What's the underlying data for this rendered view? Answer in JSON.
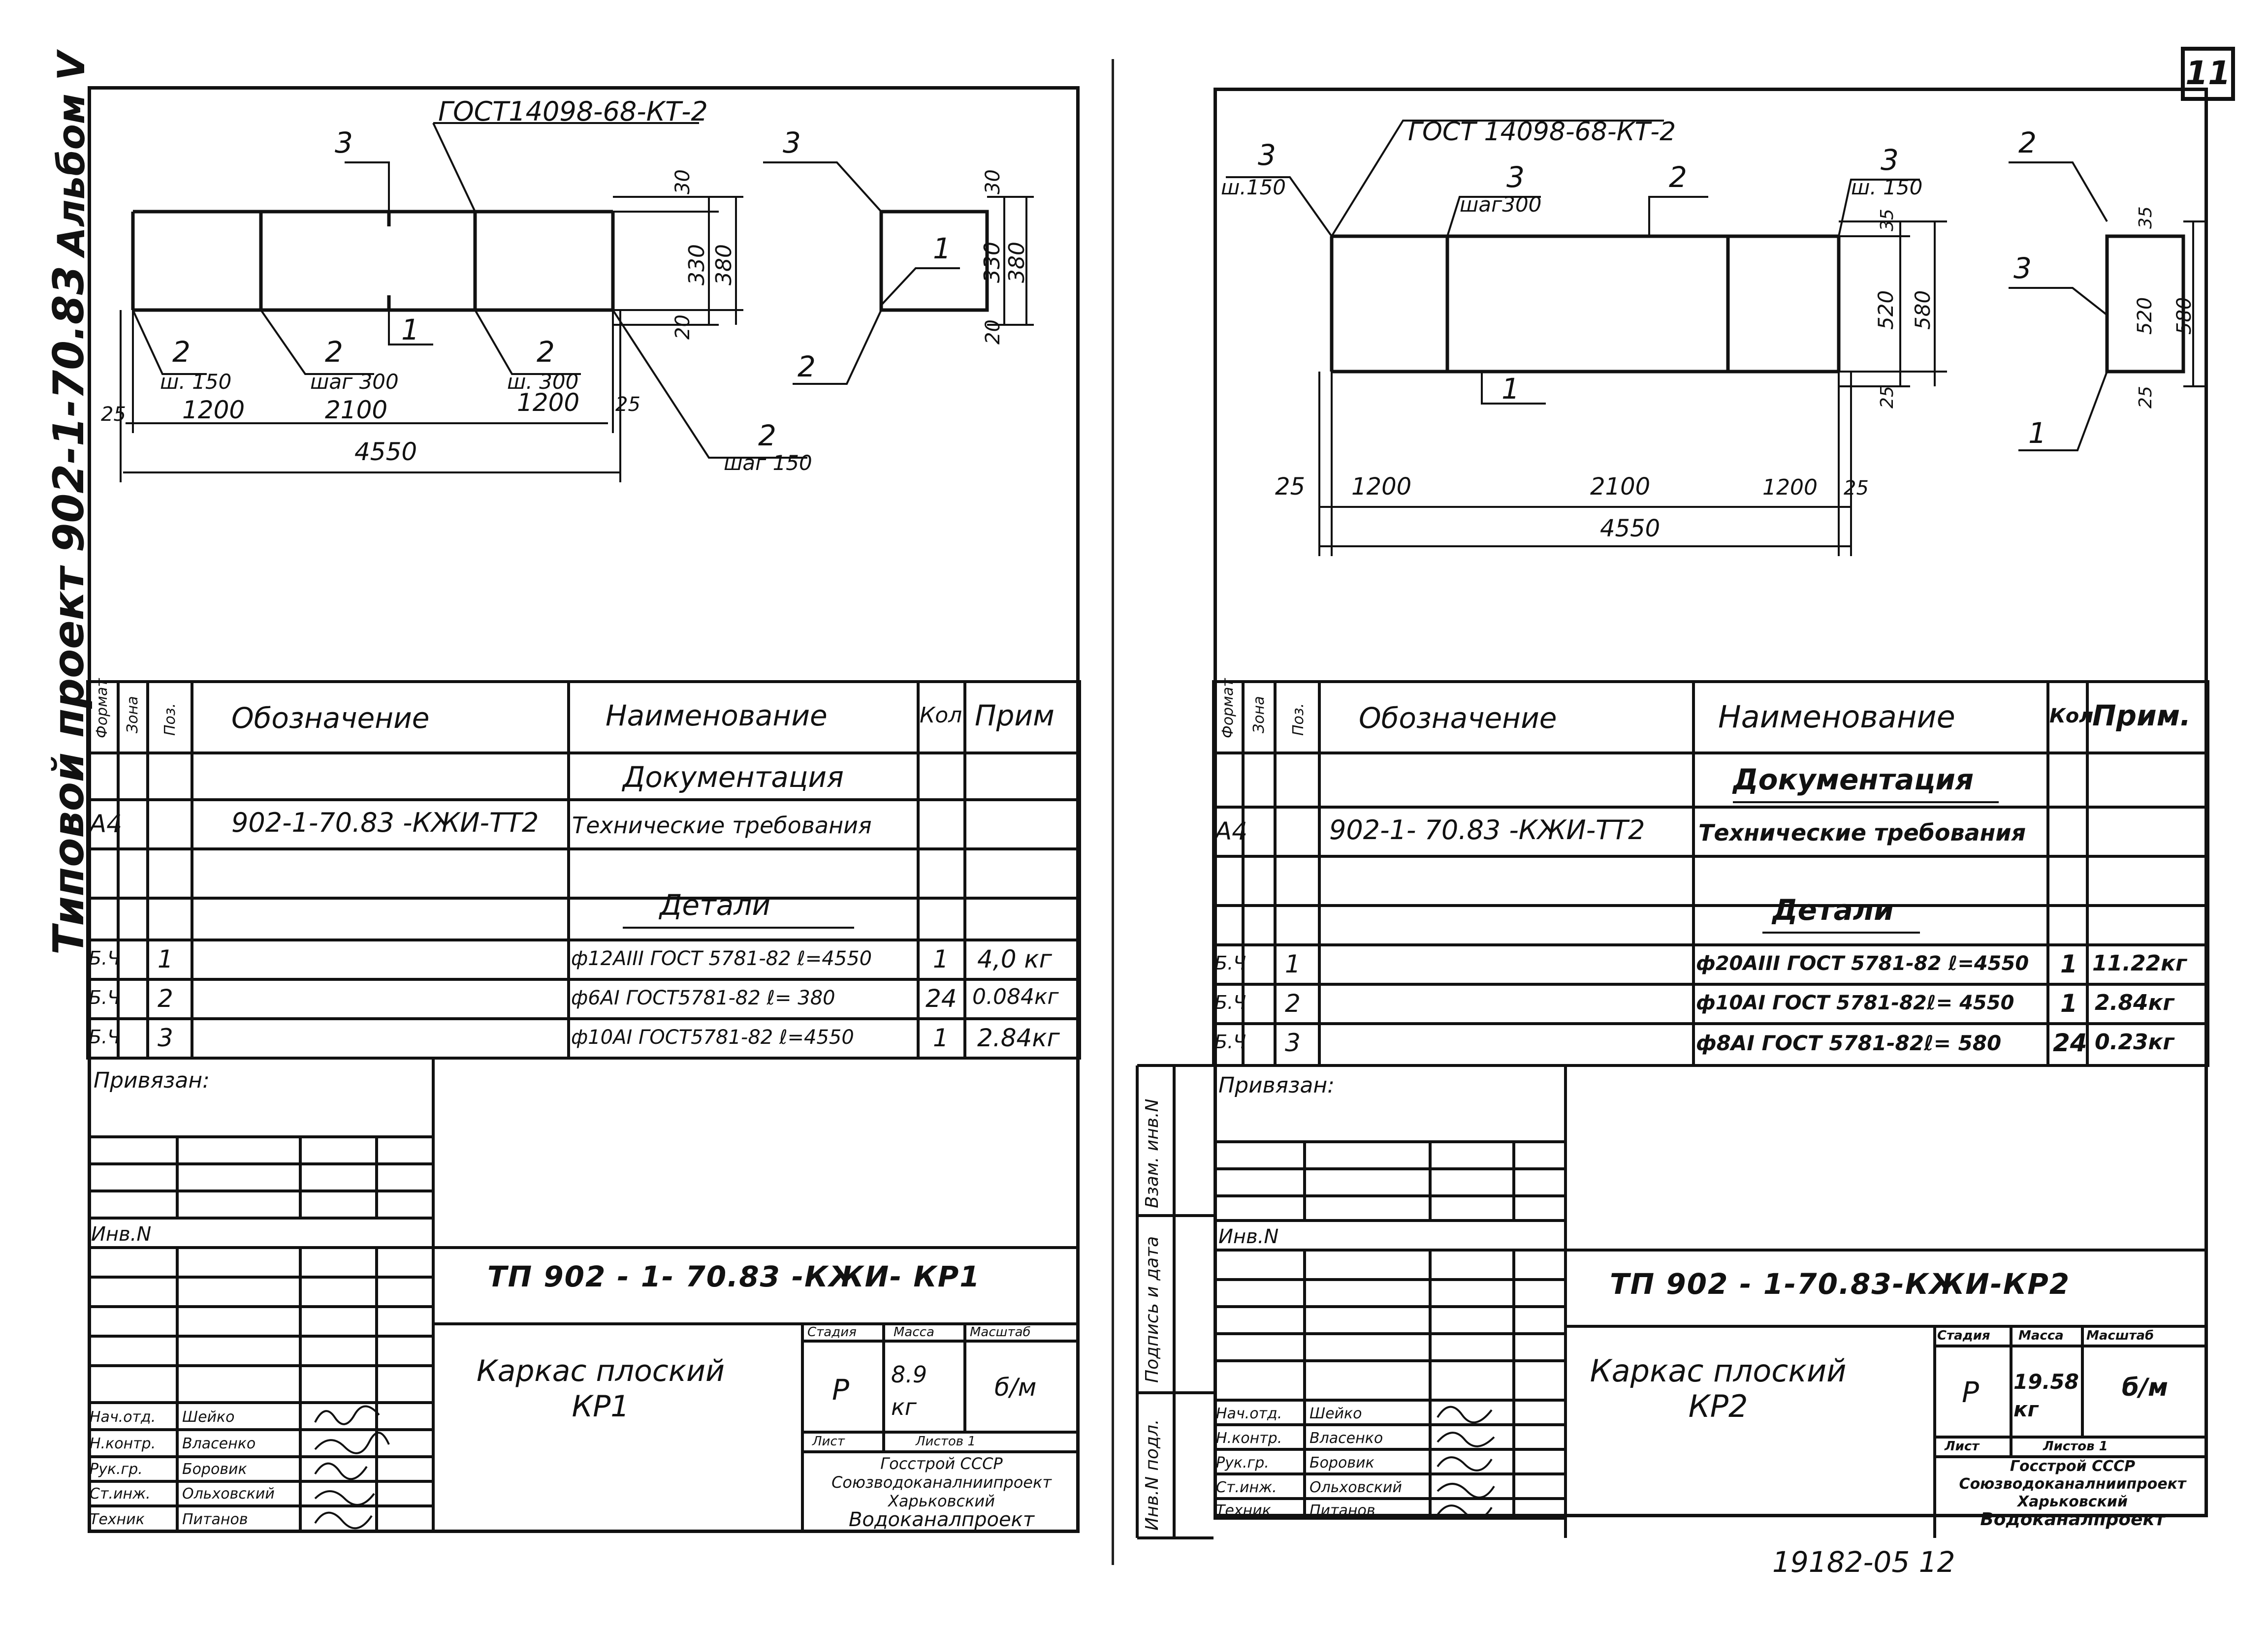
{
  "page_number": "11",
  "album_label": "Альбом V",
  "project_label": "Типовой проект 902-1-70.83",
  "stamp_side_labels": [
    "Инв.N подл.",
    "Подпись и дата",
    "Взам. инв.N"
  ],
  "bottom_number": "19182-05 12",
  "sheets": [
    {
      "id": "kp1",
      "drawing": {
        "gost_label": "ГОСТ14098-68-КТ-2",
        "elev": {
          "pos_labels": [
            "3",
            "2",
            "2",
            "2",
            "1",
            "2"
          ],
          "notes": [
            "ш. 150",
            "шаг 300",
            "ш. 300",
            "шаг 150"
          ],
          "dims_bottom": [
            "25",
            "1200",
            "2100",
            "1200",
            "25"
          ],
          "dim_total": "4550",
          "dims_right": [
            "30",
            "330",
            "20"
          ],
          "dim_height": "380"
        },
        "section": {
          "pos_labels": [
            "3",
            "1",
            "2"
          ],
          "dims_right": [
            "30",
            "330",
            "20"
          ],
          "dim_height": "380"
        }
      },
      "spec": {
        "headers": {
          "format": "Формат",
          "zone": "Зона",
          "pos": "Поз.",
          "designation": "Обозначение",
          "name": "Наименование",
          "qty": "Кол.",
          "note": "Прим"
        },
        "section_docs": "Документация",
        "doc_row": {
          "format": "А4",
          "designation": "902-1-70.83 -КЖИ-ТТ2",
          "name": "Технические требования"
        },
        "section_parts": "Детали",
        "rows": [
          {
            "format": "Б.Ч",
            "pos": "1",
            "name": "ф12АIII ГОСТ 5781-82 ℓ=4550",
            "qty": "1",
            "note": "4,0 кг"
          },
          {
            "format": "Б.Ч",
            "pos": "2",
            "name": "ф6АI ГОСТ5781-82 ℓ= 380",
            "qty": "24",
            "note": "0.084кг"
          },
          {
            "format": "Б.Ч",
            "pos": "3",
            "name": "ф10АI ГОСТ5781-82 ℓ=4550",
            "qty": "1",
            "note": "2.84кг"
          }
        ]
      },
      "stamp": {
        "privyazan": "Привязан:",
        "inv": "Инв.N",
        "doc_code": "ТП 902 - 1- 70.83 -КЖИ- КР1",
        "title": "Каркас плоский КР1",
        "stage_h": "Стадия",
        "mass_h": "Масса",
        "scale_h": "Масштаб",
        "stage": "Р",
        "mass": "8.9 кг",
        "scale": "б/м",
        "sheet_h": "Лист",
        "sheets_h": "Листов 1",
        "org_lines": [
          "Госстрой СССР",
          "Союзводоканалниипроект",
          "Харьковский",
          "Водоканалпроект"
        ],
        "signers": [
          {
            "role": "Нач.отд.",
            "name": "Шейко"
          },
          {
            "role": "Н.контр.",
            "name": "Власенко"
          },
          {
            "role": "Рук.гр.",
            "name": "Боровик"
          },
          {
            "role": "Ст.инж.",
            "name": "Ольховский"
          },
          {
            "role": "Техник",
            "name": "Питанов"
          }
        ]
      }
    },
    {
      "id": "kp2",
      "drawing": {
        "gost_label": "ГОСТ 14098-68-КТ-2",
        "elev": {
          "pos_labels": [
            "3",
            "3",
            "2",
            "1"
          ],
          "notes": [
            "ш.150",
            "шаг300",
            "ш. 150"
          ],
          "dims_bottom": [
            "25",
            "1200",
            "2100",
            "1200",
            "25"
          ],
          "dim_total": "4550",
          "dims_right": [
            "35",
            "520",
            "25"
          ],
          "dim_height": "580"
        },
        "section": {
          "pos_labels": [
            "2",
            "3",
            "1"
          ],
          "dims_right": [
            "35",
            "520",
            "25"
          ],
          "dim_height": "580"
        }
      },
      "spec": {
        "headers": {
          "format": "Формат",
          "zone": "Зона",
          "pos": "Поз.",
          "designation": "Обозначение",
          "name": "Наименование",
          "qty": "Кол.",
          "note": "Прим."
        },
        "section_docs": "Документация",
        "doc_row": {
          "format": "А4",
          "designation": "902-1- 70.83 -КЖИ-ТТ2",
          "name": "Технические требования"
        },
        "section_parts": "Детали",
        "rows": [
          {
            "format": "Б.Ч",
            "pos": "1",
            "name": "ф20АIII ГОСТ 5781-82 ℓ=4550",
            "qty": "1",
            "note": "11.22кг"
          },
          {
            "format": "Б.Ч",
            "pos": "2",
            "name": "ф10АI ГОСТ 5781-82ℓ= 4550",
            "qty": "1",
            "note": "2.84кг"
          },
          {
            "format": "Б.Ч",
            "pos": "3",
            "name": "ф8АI ГОСТ 5781-82ℓ= 580",
            "qty": "24",
            "note": "0.23кг"
          }
        ]
      },
      "stamp": {
        "privyazan": "Привязан:",
        "inv": "Инв.N",
        "doc_code": "ТП 902 - 1-70.83-КЖИ-КР2",
        "title": "Каркас плоский КР2",
        "stage_h": "Стадия",
        "mass_h": "Масса",
        "scale_h": "Масштаб",
        "stage": "Р",
        "mass": "19.58 кг",
        "scale": "б/м",
        "sheet_h": "Лист",
        "sheets_h": "Листов 1",
        "org_lines": [
          "Госстрой СССР",
          "Союзводоканалниипроект",
          "Харьковский",
          "Водоканалпроект"
        ],
        "signers": [
          {
            "role": "Нач.отд.",
            "name": "Шейко"
          },
          {
            "role": "Н.контр.",
            "name": "Власенко"
          },
          {
            "role": "Рук.гр.",
            "name": "Боровик"
          },
          {
            "role": "Ст.инж.",
            "name": "Ольховский"
          },
          {
            "role": "Техник",
            "name": "Питанов"
          }
        ]
      }
    }
  ]
}
